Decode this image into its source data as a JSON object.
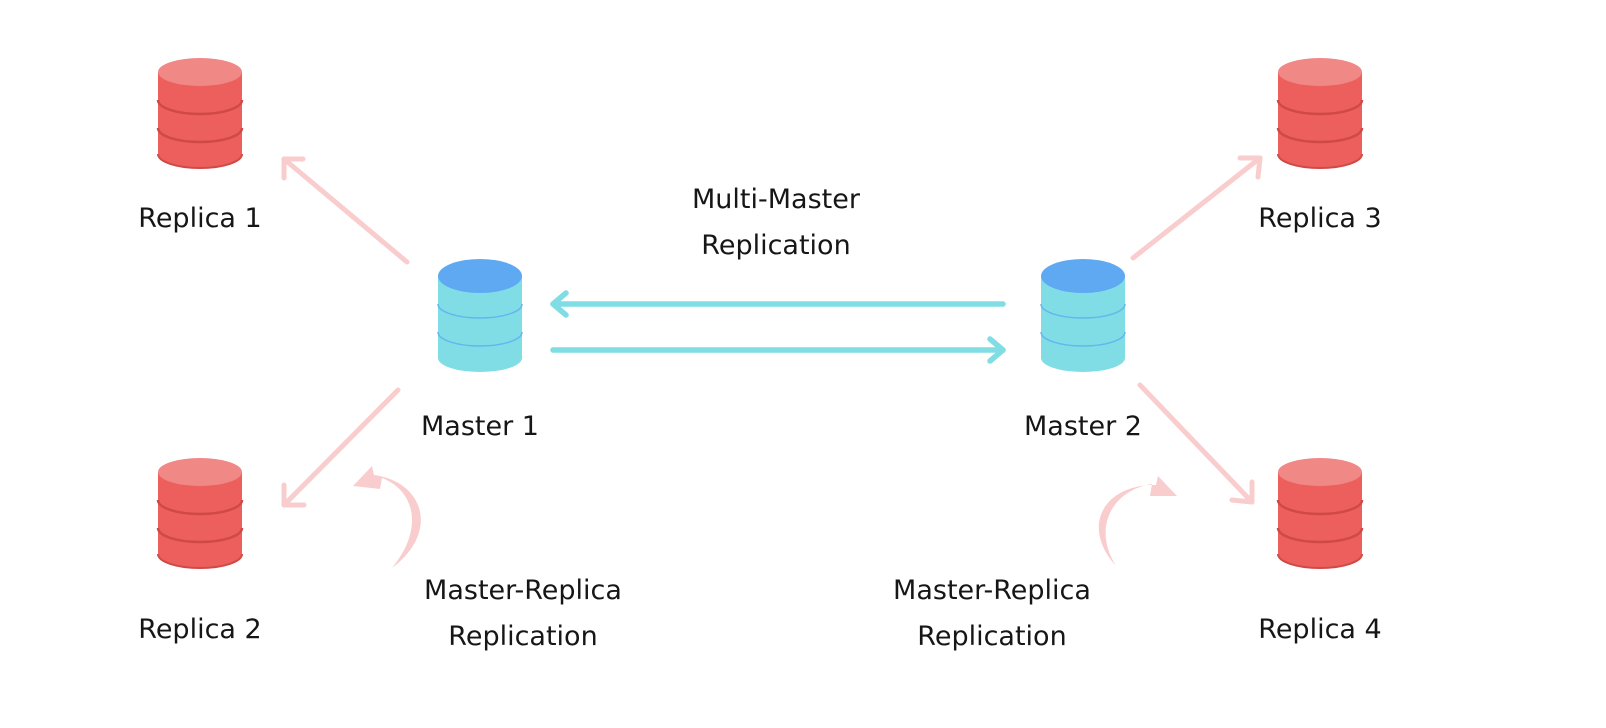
{
  "colors": {
    "replica_body": "#ec5f5c",
    "replica_top": "#f08886",
    "replica_edge": "#cf4946",
    "master_body": "#80dde6",
    "master_top": "#5fa9f2",
    "master_edge": "#5ab0e8",
    "replica_arrow": "#f9cdcd",
    "multi_master_arrow": "#7fdde3",
    "text": "#161616"
  },
  "nodes": {
    "replica_1": {
      "label": "Replica 1",
      "icon": "database-icon"
    },
    "replica_2": {
      "label": "Replica 2",
      "icon": "database-icon"
    },
    "replica_3": {
      "label": "Replica 3",
      "icon": "database-icon"
    },
    "replica_4": {
      "label": "Replica 4",
      "icon": "database-icon"
    },
    "master_1": {
      "label": "Master 1",
      "icon": "database-icon"
    },
    "master_2": {
      "label": "Master 2",
      "icon": "database-icon"
    }
  },
  "annotations": {
    "multi_master": {
      "line1": "Multi-Master",
      "line2": "Replication"
    },
    "master_replica_left": {
      "line1": "Master-Replica",
      "line2": "Replication"
    },
    "master_replica_right": {
      "line1": "Master-Replica",
      "line2": "Replication"
    }
  }
}
